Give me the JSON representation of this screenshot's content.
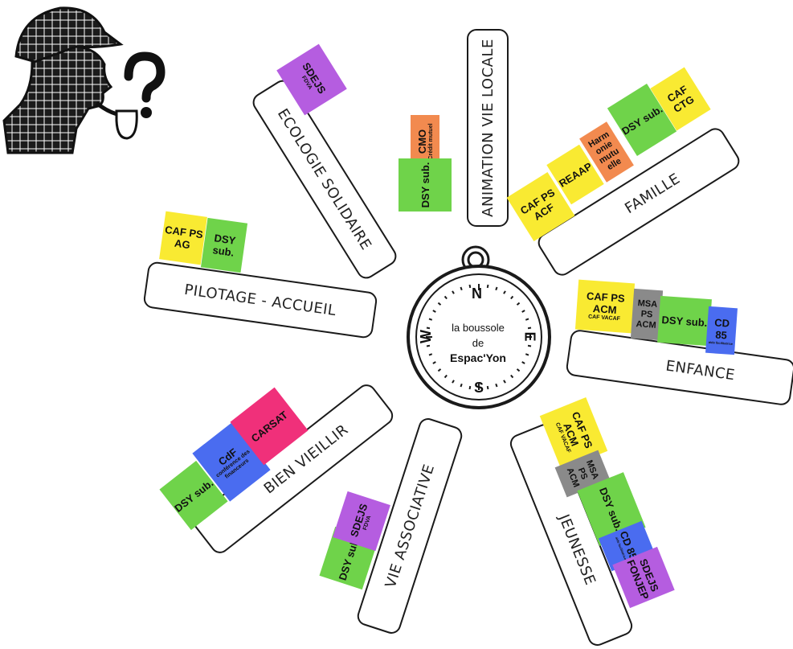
{
  "compass": {
    "line1": "la boussole",
    "line2": "de",
    "brand": "Espac'Yon",
    "n": "N",
    "e": "E",
    "s": "S",
    "w": "W"
  },
  "branches": {
    "animation": {
      "label": "ANIMATION VIE LOCALE",
      "tags": [
        {
          "t": "CMO",
          "s": "Crédit mutuel"
        },
        {
          "t": "DSY sub."
        }
      ]
    },
    "famille": {
      "label": "FAMILLE",
      "tags": [
        {
          "t": "CAF PS ACF"
        },
        {
          "t": "REAAP"
        },
        {
          "t": "Harm onie mutu elle"
        },
        {
          "t": "DSY sub."
        },
        {
          "t": "CAF CTG"
        }
      ]
    },
    "enfance": {
      "label": "ENFANCE",
      "tags": [
        {
          "t": "CAF PS ACM",
          "s": "CAF VACAF"
        },
        {
          "t": "MSA PS ACM"
        },
        {
          "t": "DSY sub."
        },
        {
          "t": "CD 85",
          "s": "aide facilitatrice"
        }
      ]
    },
    "jeunesse": {
      "label": "JEUNESSE",
      "tags": [
        {
          "t": "CAF PS ACM",
          "s": "CAF VACAF"
        },
        {
          "t": "MSA PS ACM"
        },
        {
          "t": "DSY sub."
        },
        {
          "t": "CD 85",
          "s": "aide facilitatrice"
        },
        {
          "t": "SDEJS FONJEP"
        }
      ]
    },
    "vie_associative": {
      "label": "VIE ASSOCIATIVE",
      "tags": [
        {
          "t": "DSY sub."
        },
        {
          "t": "SDEJS",
          "s": "FDVA"
        }
      ]
    },
    "bien_vieillir": {
      "label": "BIEN VIEILLIR",
      "tags": [
        {
          "t": "DSY sub."
        },
        {
          "t": "CdF",
          "s": "conférence des financeurs"
        },
        {
          "t": "CARSAT"
        }
      ]
    },
    "pilotage": {
      "label": "PILOTAGE - ACCUEIL",
      "tags": [
        {
          "t": "CAF PS AG"
        },
        {
          "t": "DSY sub."
        }
      ]
    },
    "ecologie": {
      "label": "ECOLOGIE SOLIDAIRE",
      "tags": [
        {
          "t": "SDEJS",
          "s": "FDVA"
        }
      ]
    }
  },
  "detective_icon": "detective-with-pipe-and-question-mark"
}
